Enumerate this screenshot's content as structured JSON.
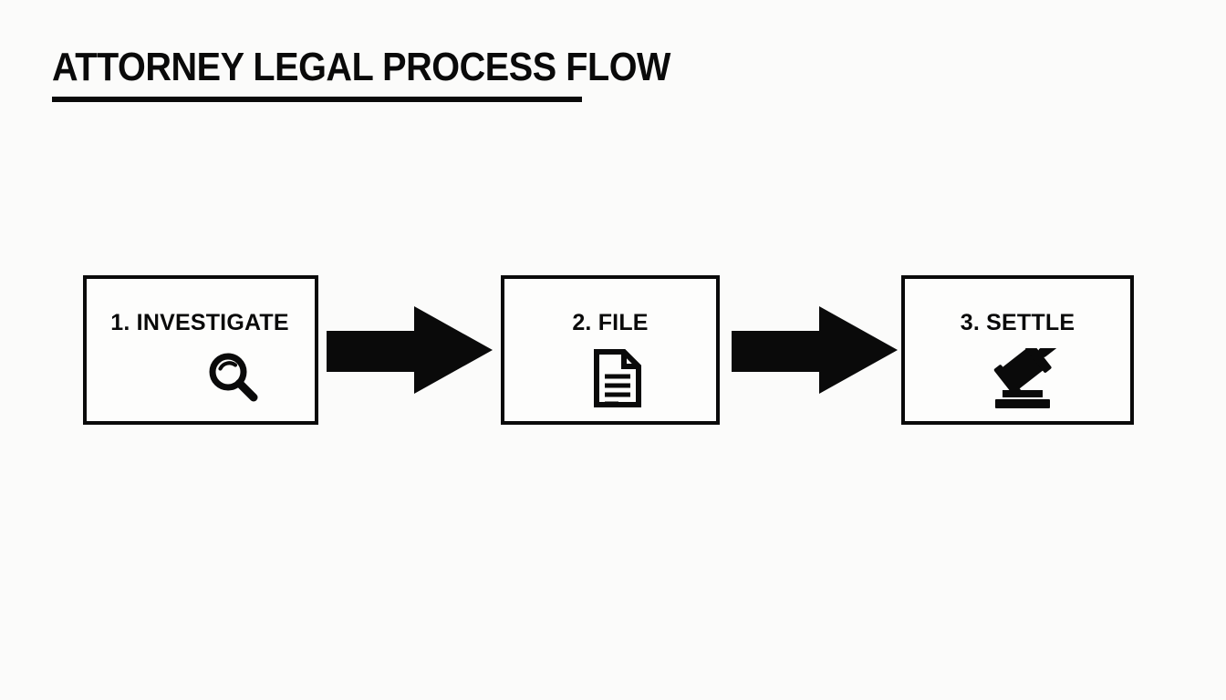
{
  "header": {
    "title": "ATTORNEY LEGAL PROCESS FLOW"
  },
  "theme": {
    "background_color": "#fbfbfa",
    "ink_color": "#0a0a0a",
    "box_fill_color": "#fdfdfc"
  },
  "flow": {
    "steps": [
      {
        "label": "1. INVESTIGATE",
        "number": "1",
        "name": "INVESTIGATE",
        "icon": "magnifying-glass-icon"
      },
      {
        "label": "2. FILE",
        "number": "2",
        "name": "FILE",
        "icon": "document-icon"
      },
      {
        "label": "3. SETTLE",
        "number": "3",
        "name": "SETTLE",
        "icon": "gavel-icon"
      }
    ],
    "connectors": [
      {
        "icon": "arrow-right-icon",
        "from": "1. INVESTIGATE",
        "to": "2. FILE"
      },
      {
        "icon": "arrow-right-icon",
        "from": "2. FILE",
        "to": "3. SETTLE"
      }
    ]
  }
}
